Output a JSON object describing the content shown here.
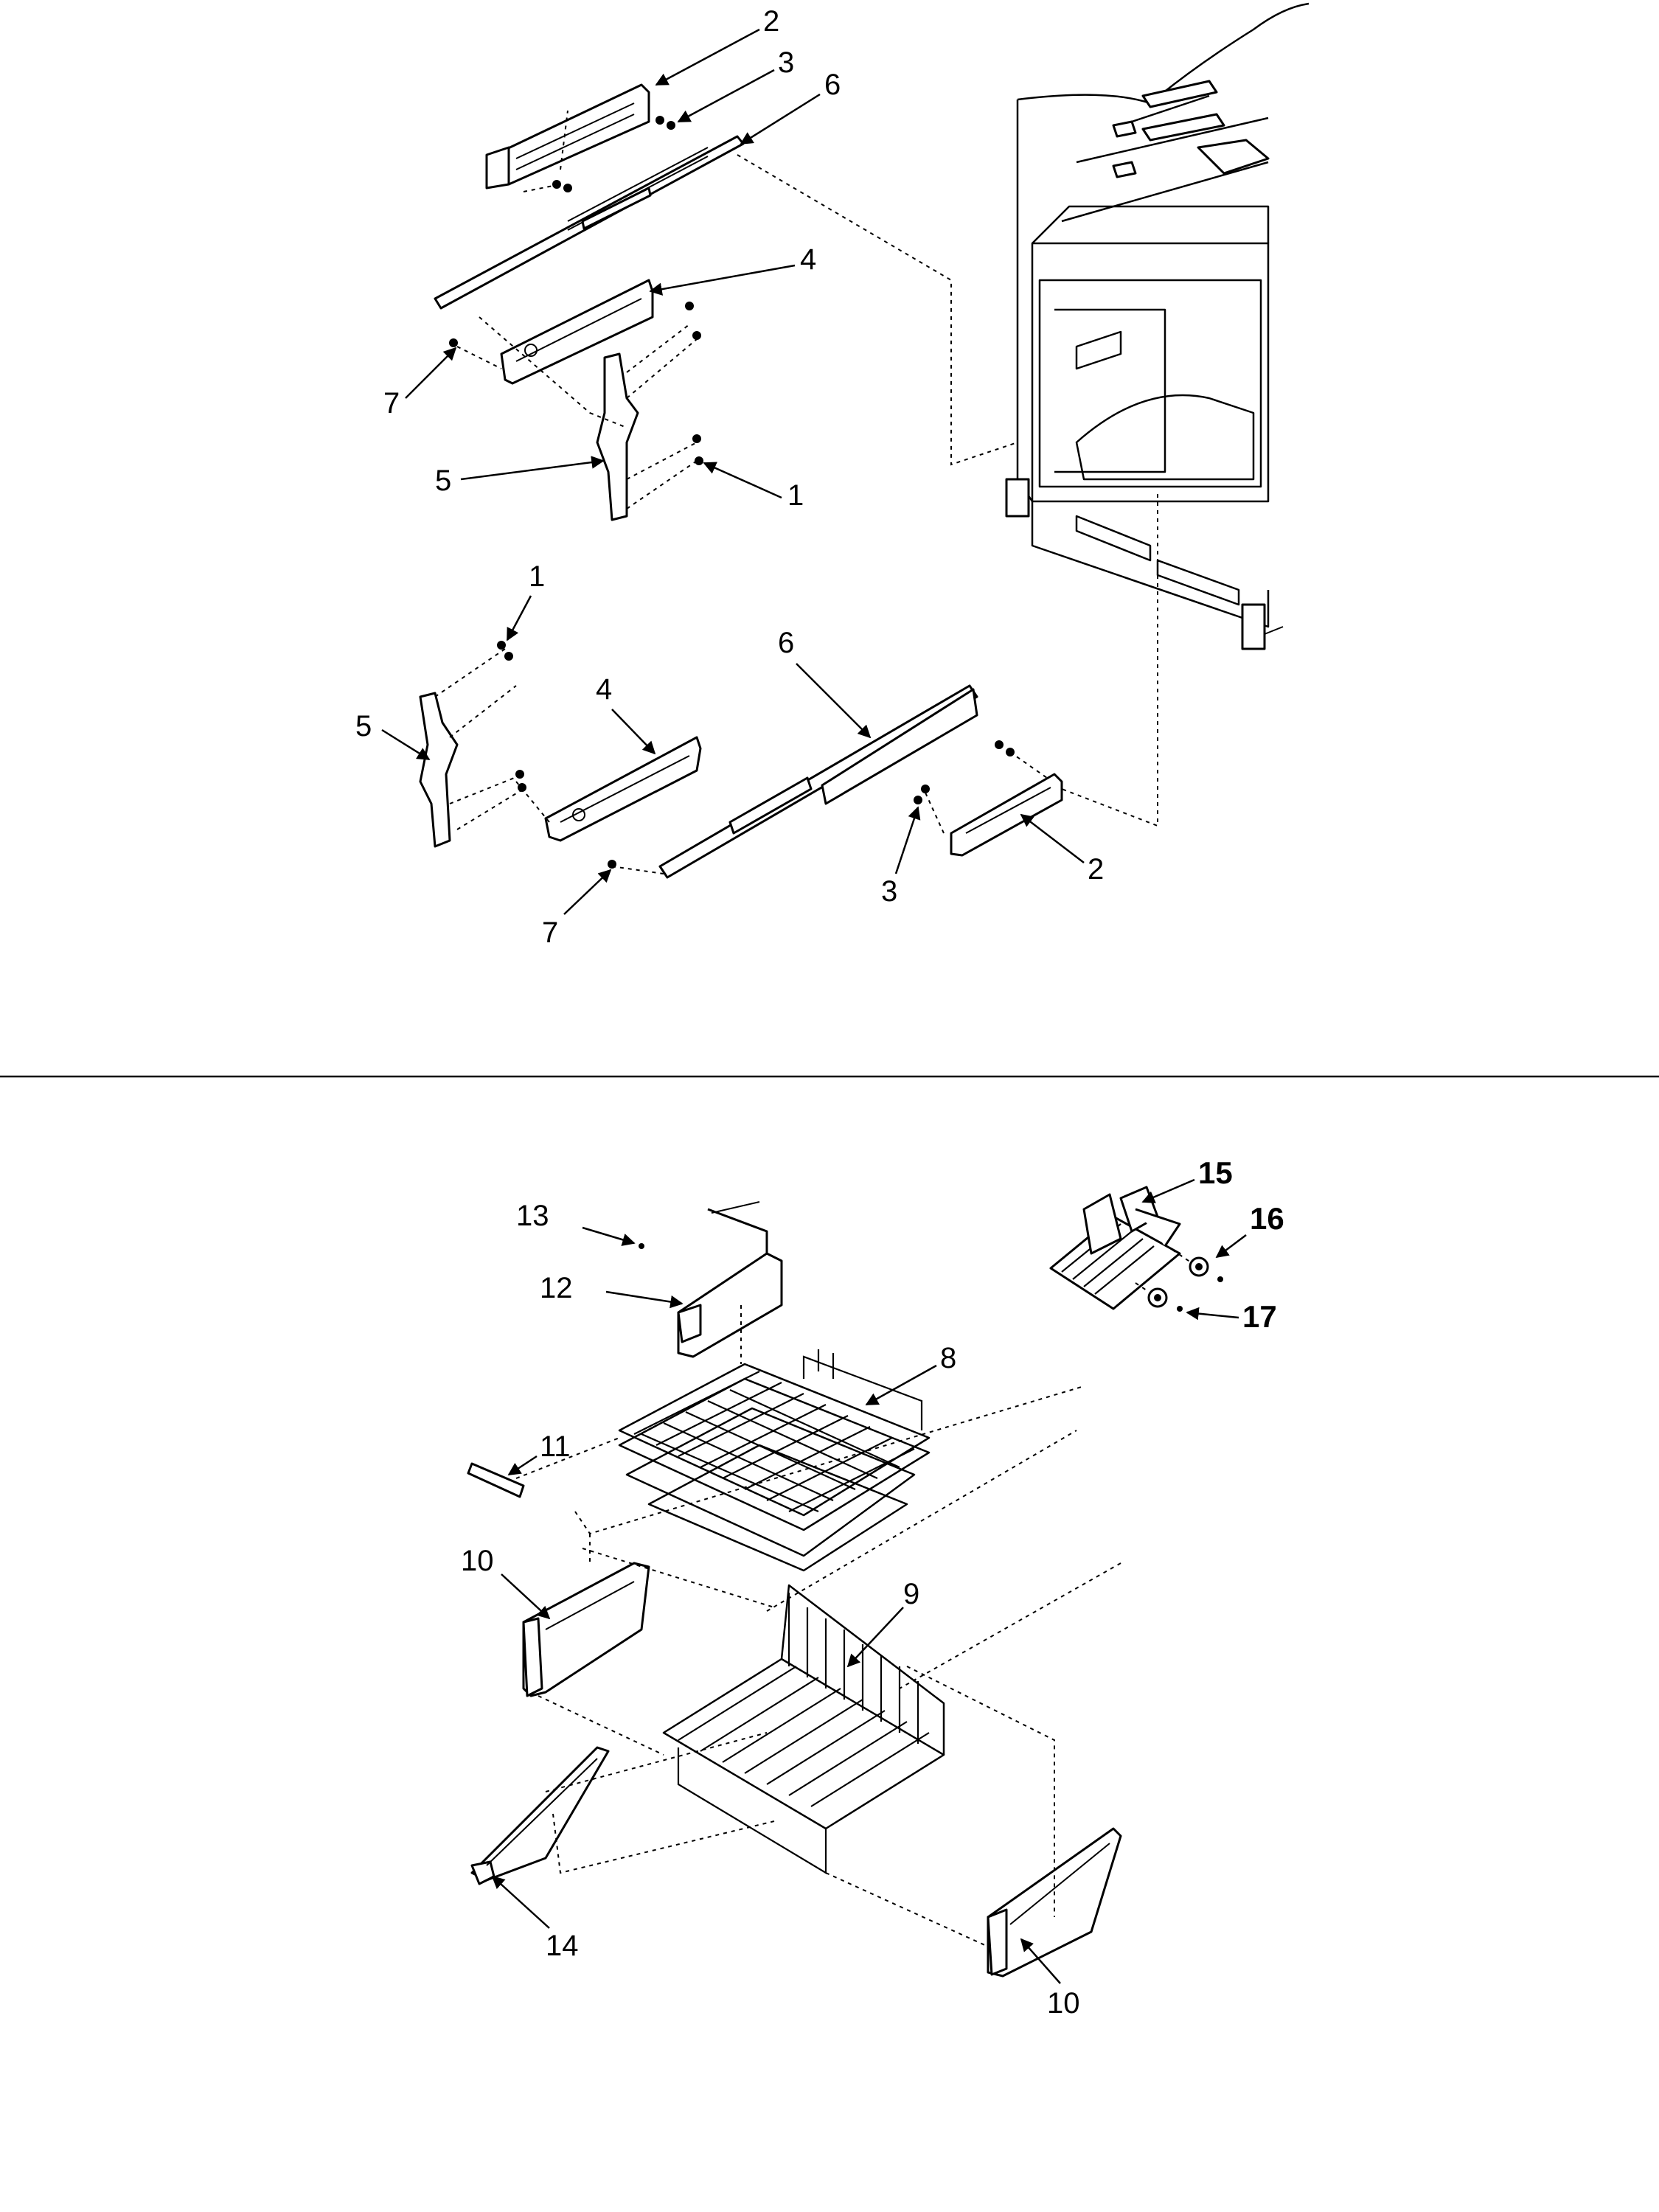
{
  "callouts": {
    "top_2": "2",
    "top_3": "3",
    "top_6": "6",
    "top_4": "4",
    "top_7": "7",
    "top_5": "5",
    "top_1": "1",
    "mid_1": "1",
    "mid_5": "5",
    "mid_4": "4",
    "mid_6": "6",
    "mid_3": "3",
    "mid_2": "2",
    "mid_7": "7",
    "bot_15": "15",
    "bot_16": "16",
    "bot_17": "17",
    "bot_13": "13",
    "bot_12": "12",
    "bot_8": "8",
    "bot_11": "11",
    "bot_10a": "10",
    "bot_9": "9",
    "bot_14": "14",
    "bot_10b": "10"
  }
}
